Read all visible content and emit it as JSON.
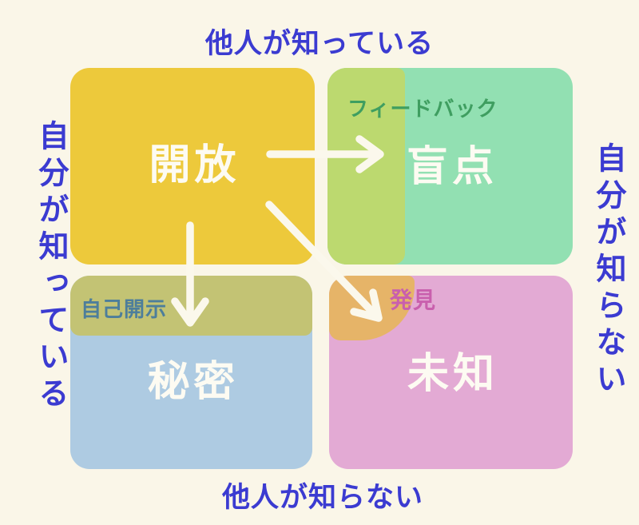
{
  "diagram_type": "johari-window",
  "axis_labels": {
    "top": "他人が知っている",
    "bottom": "他人が知らない",
    "left": "自分が知っている",
    "right": "自分が知らない"
  },
  "quadrants": [
    {
      "id": "open",
      "title": "開放"
    },
    {
      "id": "blind",
      "title": "盲点",
      "process_label": "フィードバック"
    },
    {
      "id": "hidden",
      "title": "秘密",
      "process_label": "自己開示"
    },
    {
      "id": "unknown",
      "title": "未知",
      "process_label": "発見"
    }
  ],
  "arrows": [
    {
      "from": "開放",
      "to": "盲点",
      "meaning": "フィードバック"
    },
    {
      "from": "開放",
      "to": "秘密",
      "meaning": "自己開示"
    },
    {
      "from": "開放",
      "to": "未知",
      "meaning": "発見"
    }
  ],
  "colors": {
    "background": "#FAF6E8",
    "quad_open": "#EDC93B",
    "quad_blind": "#92E0B2",
    "quad_blind_band": "#BCD96F",
    "quad_hidden": "#AECBE2",
    "quad_hidden_band": "#C3C374",
    "quad_unknown": "#E3AAD4",
    "quad_unknown_blob": "#E6B468",
    "title_text": "#FDFBF2",
    "axis_text": "#3B3BD1",
    "feedback_text": "#3F9E60",
    "disclosure_text": "#4D7E9B",
    "discovery_text": "#C95FAD",
    "arrow": "#FBF8EC"
  }
}
